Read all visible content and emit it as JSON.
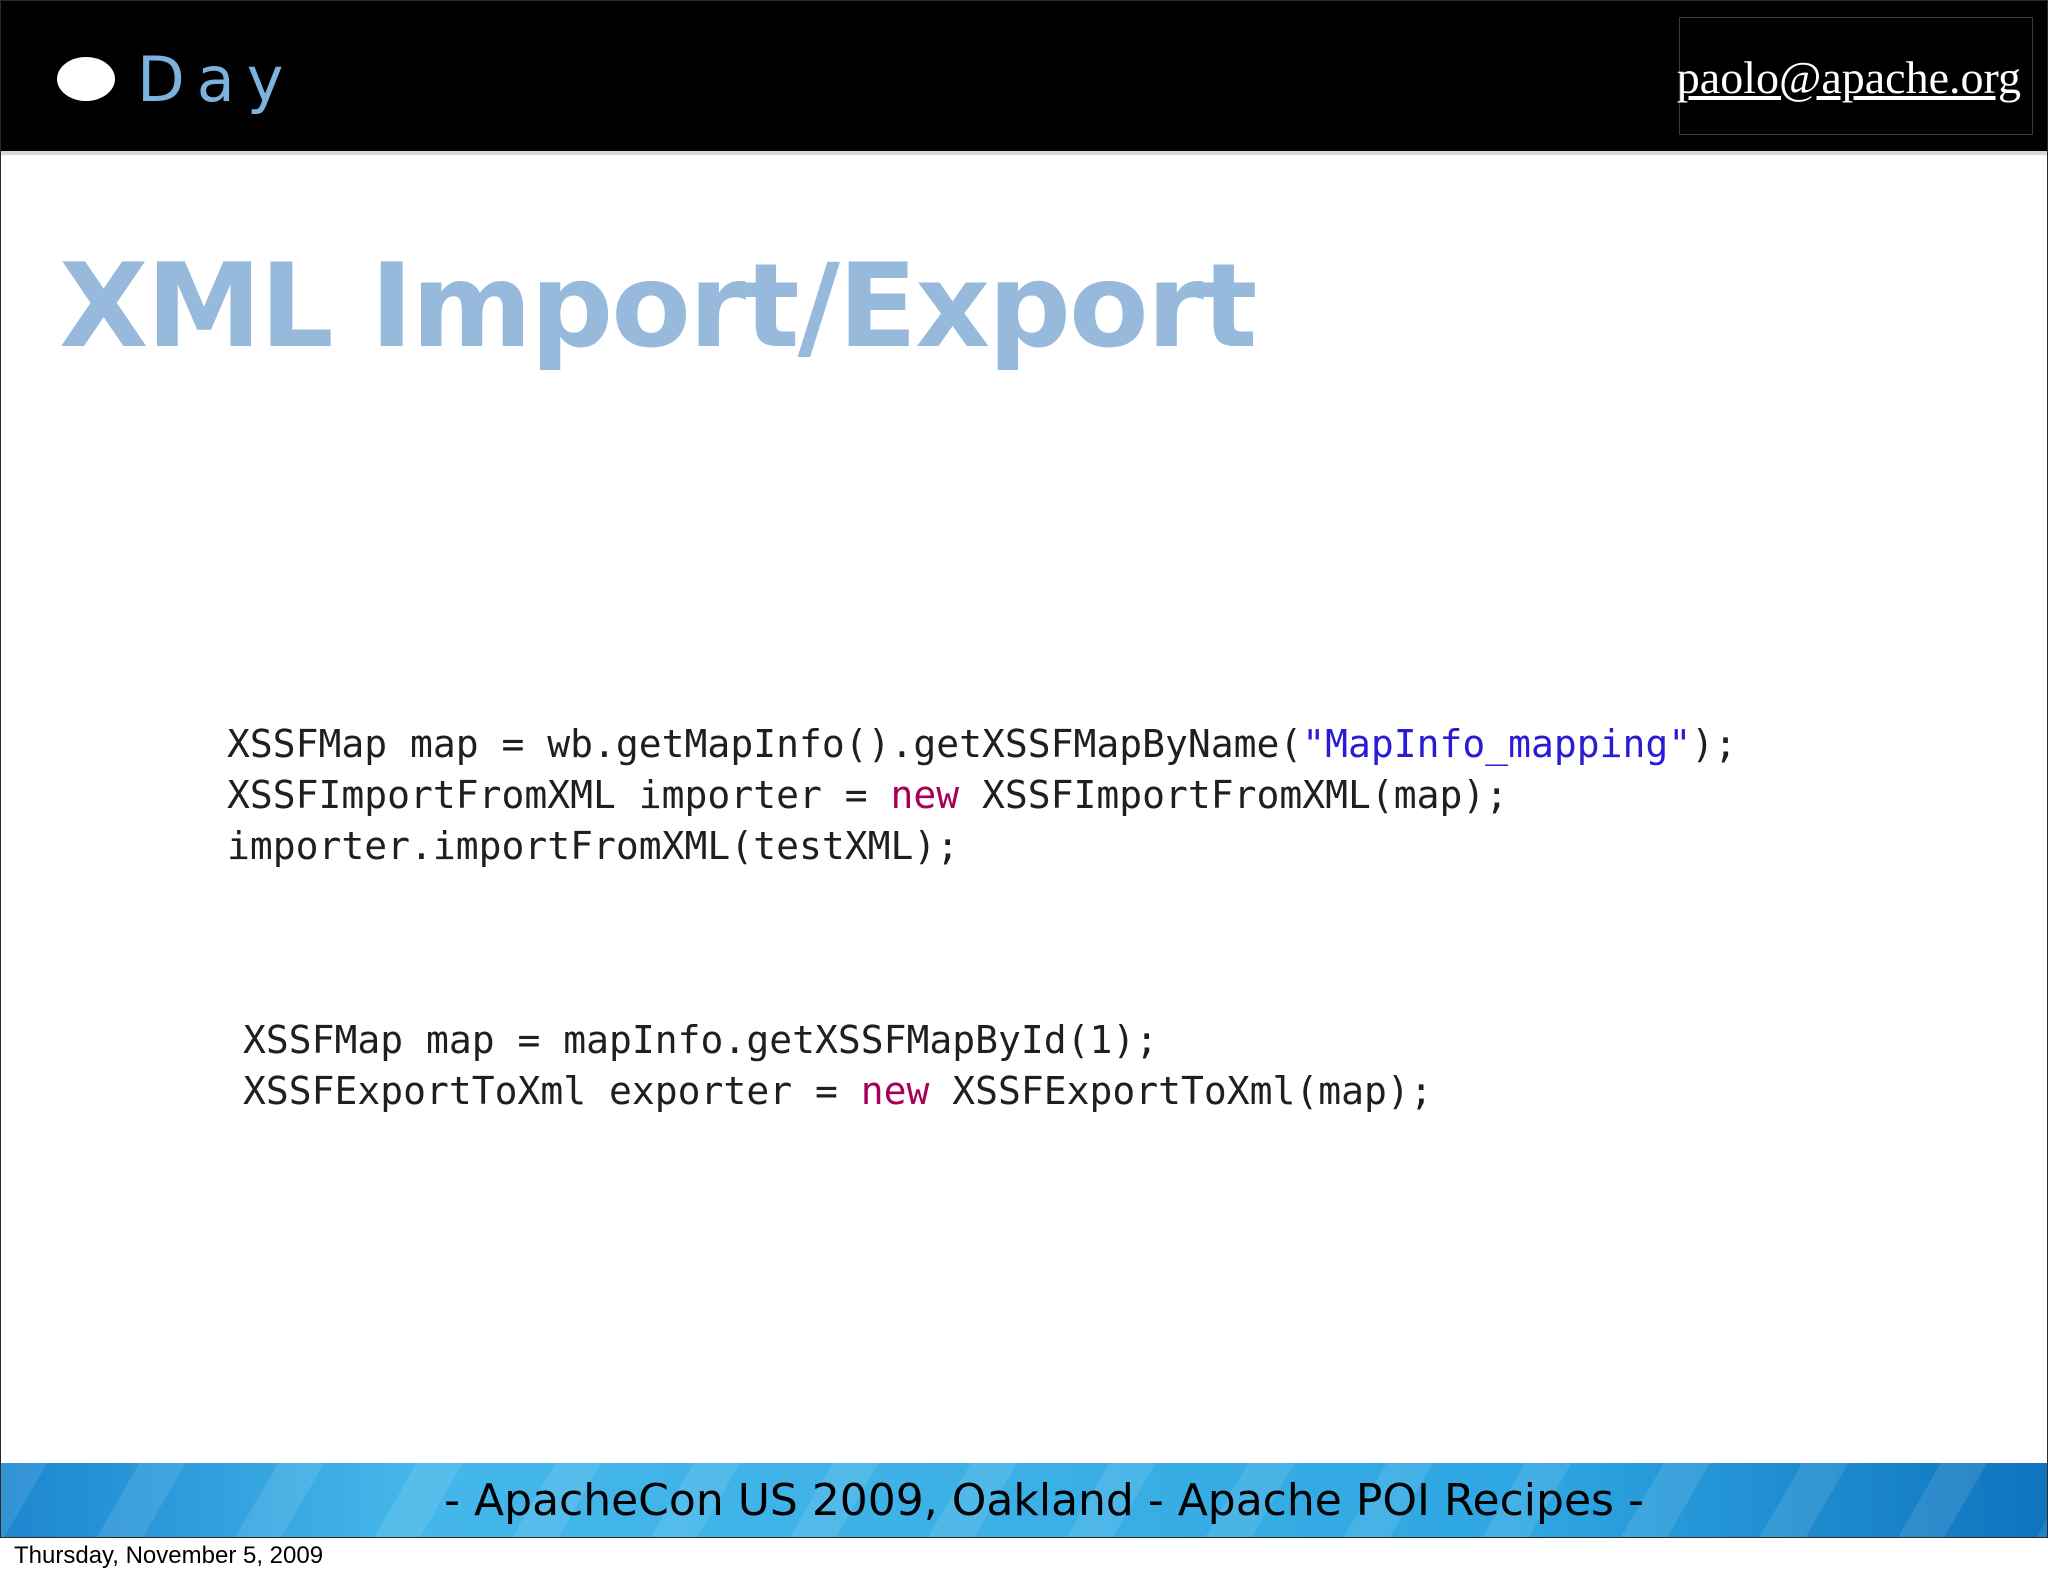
{
  "header": {
    "logo_text": "Day",
    "email": "paolo@apache.org"
  },
  "slide": {
    "title": "XML Import/Export"
  },
  "code_block_1": {
    "line1_pre": "XSSFMap map = wb.getMapInfo().getXSSFMapByName(",
    "line1_str": "\"MapInfo_mapping\"",
    "line1_post": ");",
    "line2_pre": "XSSFImportFromXML importer = ",
    "line2_kw": "new",
    "line2_post": " XSSFImportFromXML(map);",
    "line3": "importer.importFromXML(testXML);"
  },
  "code_block_2": {
    "line1": "XSSFMap map = mapInfo.getXSSFMapById(1);",
    "line2_pre": "XSSFExportToXml exporter = ",
    "line2_kw": "new",
    "line2_post": " XSSFExportToXml(map);"
  },
  "footer": {
    "text": "- ApacheCon US 2009, Oakland - Apache POI Recipes -"
  },
  "date": "Thursday, November 5, 2009",
  "colors": {
    "title": "#97b9dc",
    "logo": "#7eb2de",
    "keyword": "#a8005a",
    "string": "#2a1bd4",
    "footer_band": "#3cb0e6"
  }
}
